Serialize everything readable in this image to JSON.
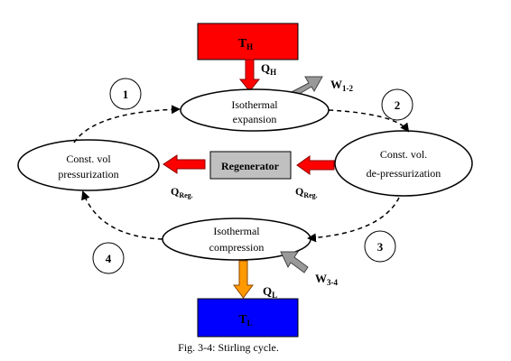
{
  "reservoirs": {
    "hot": {
      "label": "T",
      "sub": "H",
      "color": "#ff0000"
    },
    "cold": {
      "label": "T",
      "sub": "L",
      "color": "#0000ff"
    }
  },
  "processes": {
    "isothermal_expansion": {
      "line1": "Isothermal",
      "line2": "expansion"
    },
    "const_vol_depressurization": {
      "line1": "Const. vol.",
      "line2": "de-pressurization"
    },
    "isothermal_compression": {
      "line1": "Isothermal",
      "line2": "compression"
    },
    "const_vol_pressurization": {
      "line1": "Const. vol",
      "line2": "pressurization"
    }
  },
  "regenerator": {
    "label": "Regenerator",
    "color": "#c0c0c0"
  },
  "heat_flows": {
    "q_hot": {
      "label": "Q",
      "sub": "H"
    },
    "q_cold": {
      "label": "Q",
      "sub": "L"
    },
    "q_reg_right": {
      "label": "Q",
      "sub": "Reg."
    },
    "q_reg_left": {
      "label": "Q",
      "sub": "Reg."
    }
  },
  "work_flows": {
    "w_out": {
      "label": "W",
      "sub": "1-2"
    },
    "w_in": {
      "label": "W",
      "sub": "3-4"
    }
  },
  "step_numbers": [
    "1",
    "2",
    "3",
    "4"
  ],
  "caption": "Fig. 3-4: Stirling cycle.",
  "colors": {
    "heat_arrow": "#ff0000",
    "reject_arrow": "#ff9900",
    "work_arrow": "#999999"
  }
}
